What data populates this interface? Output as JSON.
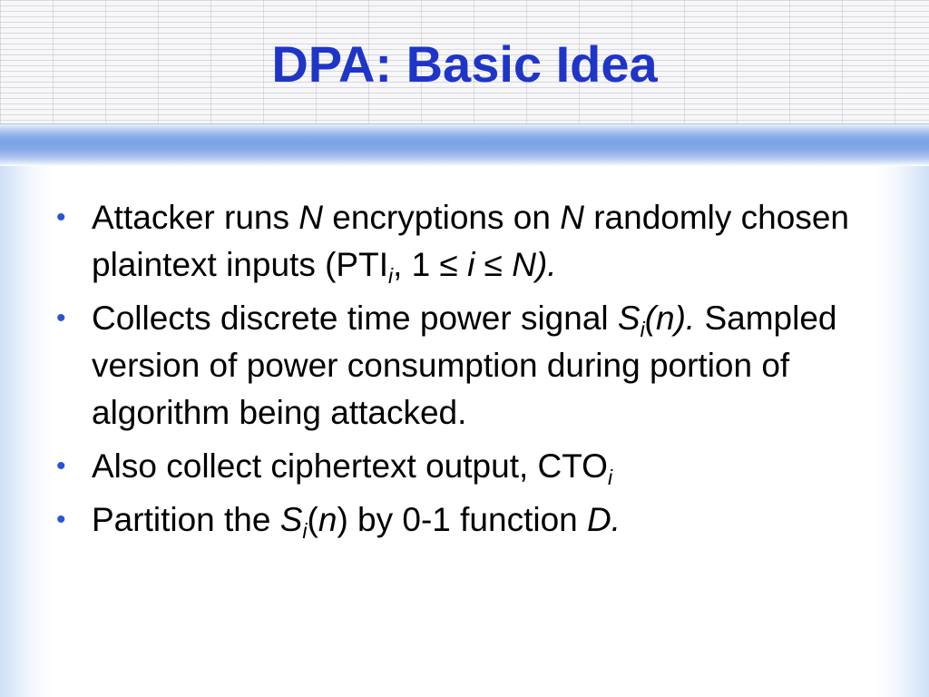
{
  "slide": {
    "title": "DPA: Basic Idea",
    "bullet_symbol": "•",
    "bullets": [
      {
        "parts": [
          "Attacker runs ",
          "N",
          " encryptions on ",
          "N",
          " randomly chosen plaintext inputs (PTI",
          "i",
          ", 1 ≤ ",
          "i",
          " ≤ ",
          "N).",
          ""
        ]
      },
      {
        "parts": [
          "Collects discrete time power signal ",
          "S",
          "i",
          "(n).",
          " Sampled version of power consumption during portion of algorithm being attacked."
        ]
      },
      {
        "parts": [
          "Also collect ciphertext output, CTO",
          "i"
        ]
      },
      {
        "parts": [
          "Partition the ",
          "S",
          "i",
          "(",
          "n",
          ") by 0-1 function ",
          "D."
        ]
      }
    ]
  }
}
